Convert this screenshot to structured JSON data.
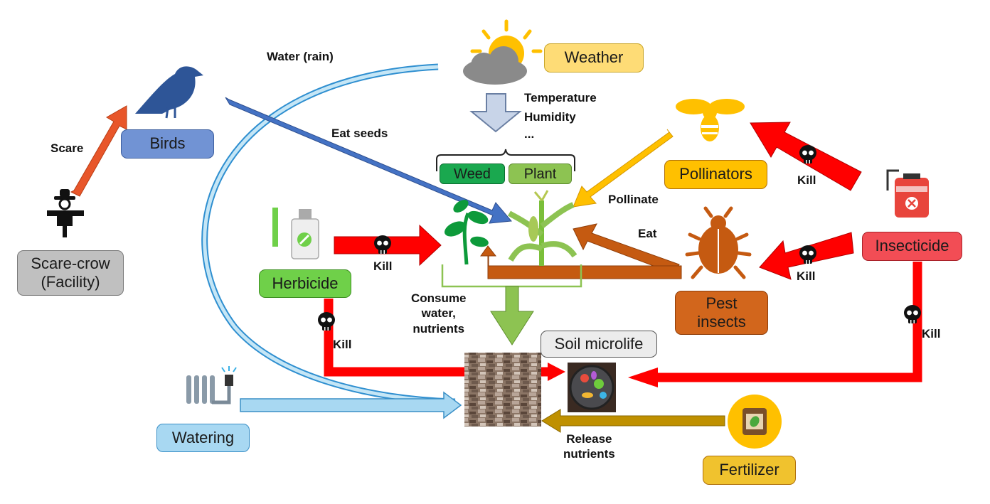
{
  "nodes": {
    "weather": "Weather",
    "birds": "Birds",
    "weed": "Weed",
    "plant": "Plant",
    "pollinators": "Pollinators",
    "insecticide": "Insecticide",
    "pest_line1": "Pest",
    "pest_line2": "insects",
    "herbicide": "Herbicide",
    "scarecrow_line1": "Scare-crow",
    "scarecrow_line2": "(Facility)",
    "soil_microlife": "Soil microlife",
    "watering": "Watering",
    "fertilizer": "Fertilizer"
  },
  "edges": {
    "water_rain": "Water (rain)",
    "temperature": "Temperature",
    "humidity": "Humidity",
    "ellipsis": "...",
    "eat_seeds": "Eat seeds",
    "scare": "Scare",
    "pollinate": "Pollinate",
    "eat": "Eat",
    "kill_herbicide_plant": "Kill",
    "kill_herbicide_soil": "Kill",
    "kill_insecticide_pollinators": "Kill",
    "kill_insecticide_pest": "Kill",
    "kill_insecticide_soil": "Kill",
    "consume_line1": "Consume",
    "consume_line2": "water,",
    "consume_line3": "nutrients",
    "release_line1": "Release",
    "release_line2": "nutrients"
  },
  "colors": {
    "weather": "#fedc76",
    "birds": "#7193d4",
    "weed": "#1aa84f",
    "plant": "#8dc352",
    "pollinators": "#ffc000",
    "insecticide": "#f24d55",
    "pest": "#d2661c",
    "herbicide": "#6fd049",
    "scarecrow": "#c0c0c0",
    "soil_microlife": "#ececec",
    "watering": "#a8d8f2",
    "fertilizer": "#f0c22e",
    "kill": "#ff0000",
    "bird_arrow": "#4472c4",
    "scare_arrow": "#e8562a",
    "water_arrow": "#9dd3ef",
    "pollinate_arrow": "#ffc000",
    "eat_arrow": "#c55a11",
    "fertilizer_arrow": "#bf9000",
    "consume_arrow": "#8dc352"
  },
  "icons": [
    "sun-cloud-icon",
    "bird-icon",
    "bee-icon",
    "sprayer-icon",
    "beetle-icon",
    "herbicide-bottle-icon",
    "scarecrow-icon",
    "seedling-icon",
    "corn-plant-icon",
    "soil-icon",
    "microbes-icon",
    "sprinkler-icon",
    "fertilizer-bag-icon",
    "skull-icon"
  ]
}
